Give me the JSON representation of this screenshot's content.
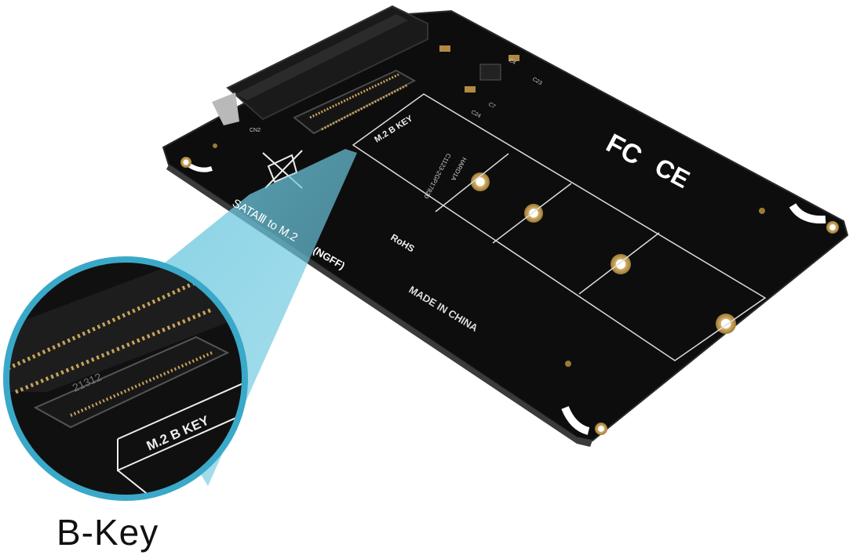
{
  "caption": "B-Key",
  "board": {
    "product_label": "SATAⅢ to M.2",
    "product_label_suffix": "(NGFF)",
    "made_in": "MADE IN CHINA",
    "rohs": "RoHS",
    "cert_fc": "FC",
    "cert_ce": "CE",
    "slot_label": "M.2 B KEY",
    "connector_code": "21312",
    "model": "HARD1A",
    "part_no": "C1123-2GP17820",
    "cn2": "CN2",
    "c23": "C23",
    "c24": "C24",
    "c7": "C7",
    "c4": "C4"
  },
  "colors": {
    "pcb": "#0c0c0c",
    "accent": "#5fc1d9",
    "magnifier_ring": "#3aa9c9",
    "silkscreen": "#e8e8e8",
    "gold": "#c9a45a"
  }
}
